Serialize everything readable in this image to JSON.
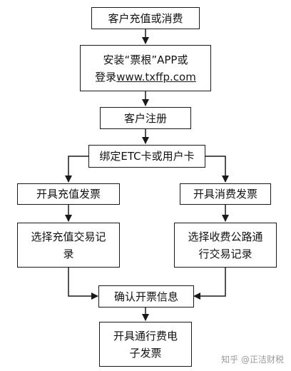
{
  "nodes": {
    "start": {
      "text": "客户充值或消费"
    },
    "install": {
      "line1": "安装“票根”APP或",
      "line2_prefix": "登录",
      "line2_link": "www.txffp.com"
    },
    "register": {
      "text": "客户注册"
    },
    "bind": {
      "text": "绑定ETC卡或用户卡"
    },
    "recharge_invoice": {
      "text": "开具充值发票"
    },
    "consume_invoice": {
      "text": "开具消费发票"
    },
    "select_recharge": {
      "line1": "选择充值交易记",
      "line2": "录"
    },
    "select_toll": {
      "line1": "选择收费公路通",
      "line2": "行交易记录"
    },
    "confirm": {
      "text": "确认开票信息"
    },
    "issue": {
      "line1": "开具通行费电",
      "line2": "子发票"
    }
  },
  "edges": [
    {
      "from": "start",
      "to": "install"
    },
    {
      "from": "install",
      "to": "register"
    },
    {
      "from": "register",
      "to": "bind"
    },
    {
      "from": "bind",
      "to": "recharge_invoice"
    },
    {
      "from": "bind",
      "to": "consume_invoice"
    },
    {
      "from": "recharge_invoice",
      "to": "select_recharge"
    },
    {
      "from": "consume_invoice",
      "to": "select_toll"
    },
    {
      "from": "select_recharge",
      "to": "confirm"
    },
    {
      "from": "select_toll",
      "to": "confirm"
    },
    {
      "from": "confirm",
      "to": "issue"
    }
  ],
  "watermark": {
    "text": "知乎 @正洁财税"
  },
  "colors": {
    "stroke": "#1a1a1a",
    "background": "#ffffff",
    "watermark": "#9a9a9a"
  }
}
